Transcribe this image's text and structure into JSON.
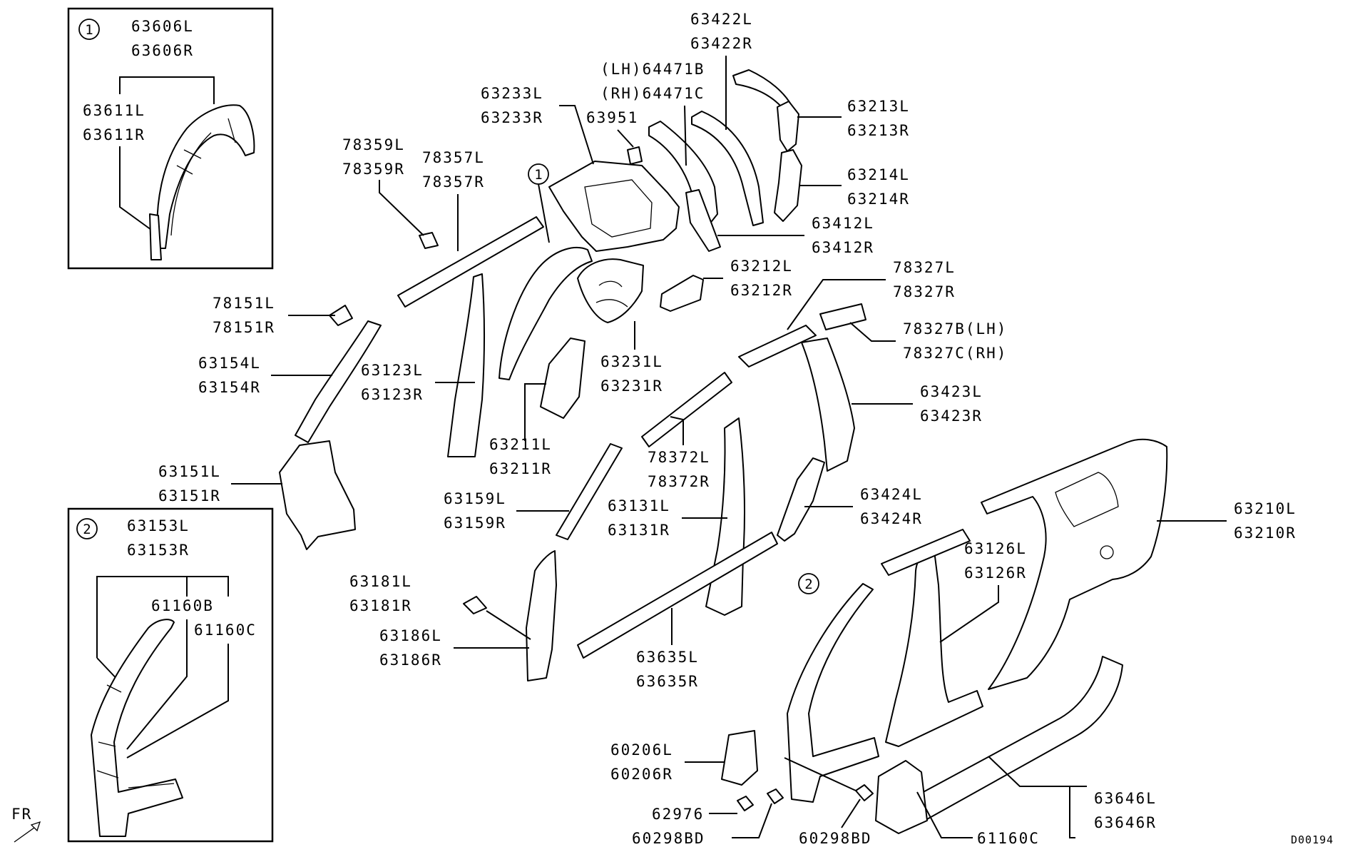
{
  "inset_box_1": {
    "marker": "1",
    "labels": [
      "63606L",
      "63606R",
      "63611L",
      "63611R"
    ]
  },
  "inset_box_2": {
    "marker": "2",
    "labels": [
      "63153L",
      "63153R",
      "61160B",
      "61160C"
    ]
  },
  "callout_markers": [
    "1",
    "2"
  ],
  "part_labels": {
    "p63422": [
      "63422L",
      "63422R"
    ],
    "p64471": [
      "(LH)64471B",
      "(RH)64471C"
    ],
    "p63233": [
      "63233L",
      "63233R"
    ],
    "p63951": [
      "63951"
    ],
    "p63213": [
      "63213L",
      "63213R"
    ],
    "p78359": [
      "78359L",
      "78359R"
    ],
    "p78357": [
      "78357L",
      "78357R"
    ],
    "p63214": [
      "63214L",
      "63214R"
    ],
    "p63412": [
      "63412L",
      "63412R"
    ],
    "p63212": [
      "63212L",
      "63212R"
    ],
    "p78327": [
      "78327L",
      "78327R"
    ],
    "p78151": [
      "78151L",
      "78151R"
    ],
    "p78327bc": [
      "78327B(LH)",
      "78327C(RH)"
    ],
    "p63231": [
      "63231L",
      "63231R"
    ],
    "p63154": [
      "63154L",
      "63154R"
    ],
    "p63123": [
      "63123L",
      "63123R"
    ],
    "p63423": [
      "63423L",
      "63423R"
    ],
    "p63211": [
      "63211L",
      "63211R"
    ],
    "p78372": [
      "78372L",
      "78372R"
    ],
    "p63151": [
      "63151L",
      "63151R"
    ],
    "p63424": [
      "63424L",
      "63424R"
    ],
    "p63159": [
      "63159L",
      "63159R"
    ],
    "p63131": [
      "63131L",
      "63131R"
    ],
    "p63210": [
      "63210L",
      "63210R"
    ],
    "p63126": [
      "63126L",
      "63126R"
    ],
    "p63181": [
      "63181L",
      "63181R"
    ],
    "p63186": [
      "63186L",
      "63186R"
    ],
    "p63635": [
      "63635L",
      "63635R"
    ],
    "p60206": [
      "60206L",
      "60206R"
    ],
    "p62976": [
      "62976"
    ],
    "p60298a": [
      "60298BD"
    ],
    "p60298b": [
      "60298BD"
    ],
    "p61160c": [
      "61160C"
    ],
    "p63646": [
      "63646L",
      "63646R"
    ]
  },
  "front_indicator": "FR",
  "drawing_code": "D00194"
}
